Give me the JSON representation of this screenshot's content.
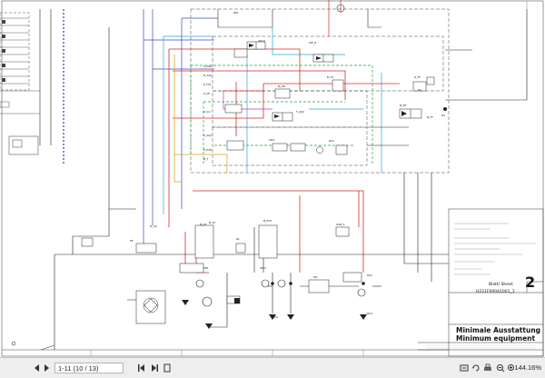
{
  "drawing": {
    "sheet_number": "2",
    "blatt_label": "Blatt/ Sheet",
    "drawing_code": "H221F00041001_1",
    "title_de": "Minimale Ausstattung",
    "title_en": "Minimum equipment",
    "labels": {
      "top_rel": "REL",
      "sw_k": "SW-K",
      "s_adj": "S_ADJ",
      "b_adj": "B_ADJ",
      "p_fst": "P_FST",
      "p_ve": "P_VE",
      "p_gv": "P_GV",
      "s_adj2": "S_ADJ",
      "p_exp": "P_EXP",
      "b_t": "B_T",
      "sw8": "SW_8",
      "b_dr": "B_DR",
      "b_st": "B_ST",
      "b_ep": "B_EP",
      "t_adj": "T_ADJ",
      "sh4": "SH4",
      "rv1": "RV1",
      "pf": "PF",
      "pr1": "PR1",
      "sw3": "SW3",
      "gsr": "GSR_1",
      "b_gv": "B_GV",
      "b_ext": "B_EXT",
      "rv2": "RV2",
      "rv3": "RV3",
      "b_sf": "B_SF",
      "r_ff": "R_FF",
      "b_ff": "B_FF",
      "r2": "R2",
      "r1": "R1",
      "mv": "MV",
      "rv4": "RV4",
      "rl": "RL",
      "b_st2": "B_ST"
    }
  },
  "viewer": {
    "page_field": "1-11 (10 / 13)",
    "zoom": "144.16%",
    "icons": [
      "prev-page-icon",
      "next-page-icon",
      "first-page-icon",
      "last-page-icon",
      "fit-page-icon",
      "fit-width-icon",
      "rotate-icon",
      "print-icon",
      "zoom-out-icon",
      "zoom-in-icon"
    ]
  }
}
